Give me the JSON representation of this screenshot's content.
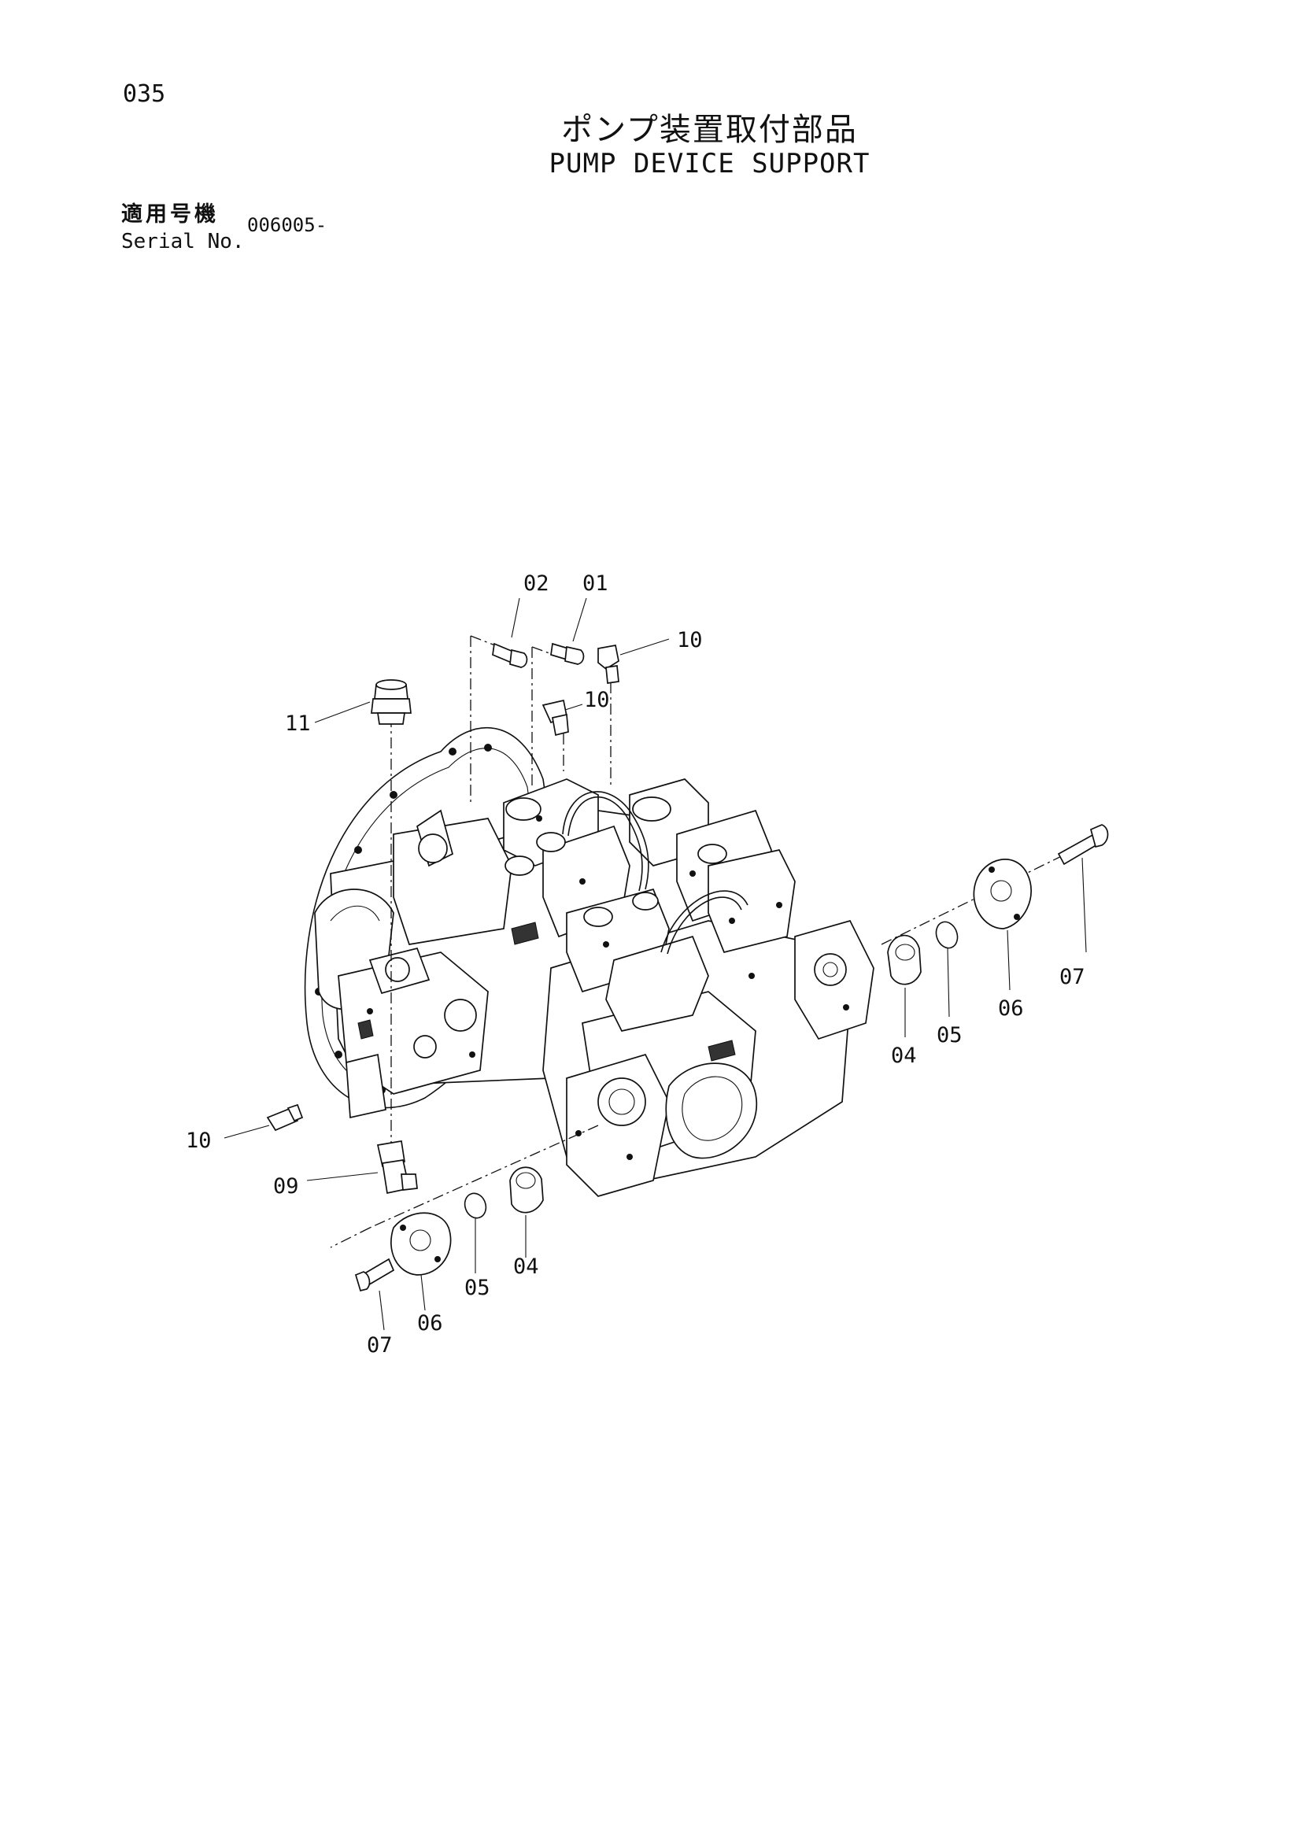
{
  "header": {
    "page_number": "035",
    "title_jp": "ポンプ装置取付部品",
    "title_en": "PUMP DEVICE SUPPORT",
    "serial_label_jp": "適用号機",
    "serial_label_en": "Serial No.",
    "serial_value": "006005-"
  },
  "callouts": {
    "c01": "01",
    "c02": "02",
    "c10_top": "10",
    "c10_mid": "10",
    "c11": "11",
    "c07_right": "07",
    "c06_right": "06",
    "c05_right": "05",
    "c04_right": "04",
    "c10_left": "10",
    "c09": "09",
    "c06_left": "06",
    "c05_left": "05",
    "c04_left": "04",
    "c07_left": "07"
  }
}
